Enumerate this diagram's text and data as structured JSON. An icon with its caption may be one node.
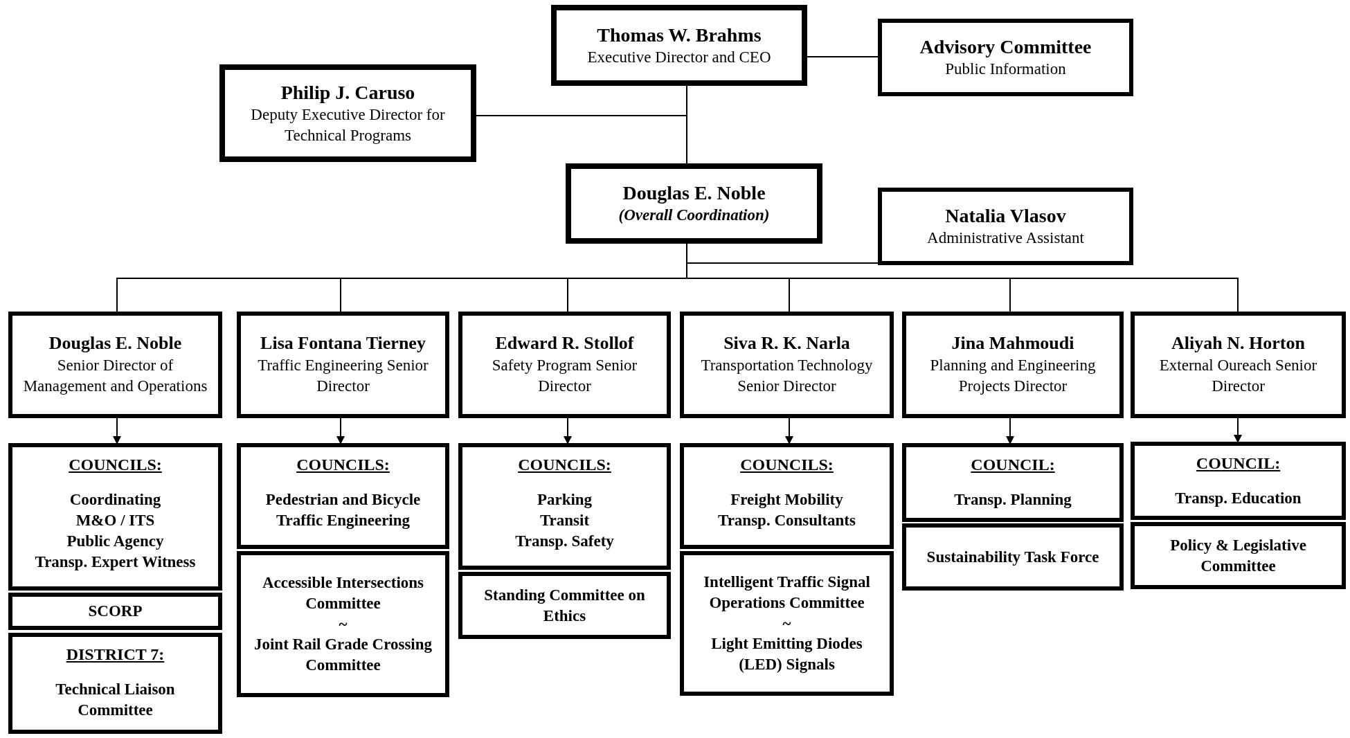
{
  "diagram": {
    "nodes": [
      {
        "text": [
          "Thomas W. Brahms",
          "Executive Director and CEO"
        ]
      },
      {
        "text": [
          "Advisory Committee",
          "Public Information"
        ]
      },
      {
        "text": [
          "Philip J. Caruso",
          "Deputy Executive Director for Technical Programs"
        ]
      },
      {
        "text": [
          "Douglas E. Noble",
          "(Overall Coordination)"
        ]
      },
      {
        "text": [
          "Natalia Vlasov",
          "Administrative Assistant"
        ]
      },
      {
        "text": [
          "Douglas E. Noble",
          "Senior Director of Management and Operations"
        ]
      },
      {
        "text": [
          "Lisa Fontana Tierney",
          "Traffic Engineering Senior Director"
        ]
      },
      {
        "text": [
          "Edward R. Stollof",
          "Safety Program Senior Director"
        ]
      },
      {
        "text": [
          "Siva R. K. Narla",
          "Transportation Technology Senior Director"
        ]
      },
      {
        "text": [
          "Jina Mahmoudi",
          "Planning and Engineering Projects Director"
        ]
      },
      {
        "text": [
          "Aliyah N. Horton",
          "External Oureach Senior Director"
        ]
      },
      {
        "text": [
          "COUNCILS:",
          "Coordinating",
          "M&O / ITS",
          "Public Agency",
          "Transp. Expert Witness"
        ]
      },
      {
        "text": [
          "SCORP"
        ]
      },
      {
        "text": [
          "DISTRICT 7:",
          "Technical Liaison Committee"
        ]
      },
      {
        "text": [
          "COUNCILS:",
          "Pedestrian and Bicycle",
          "Traffic Engineering"
        ]
      },
      {
        "text": [
          "Accessible Intersections Committee",
          "~",
          "Joint Rail Grade Crossing Committee"
        ]
      },
      {
        "text": [
          "COUNCILS:",
          "Parking",
          "Transit",
          "Transp. Safety"
        ]
      },
      {
        "text": [
          "Standing Committee on Ethics"
        ]
      },
      {
        "text": [
          "COUNCILS:",
          "Freight Mobility",
          "Transp. Consultants"
        ]
      },
      {
        "text": [
          "Intelligent Traffic Signal Operations Committee",
          "~",
          "Light Emitting Diodes (LED) Signals"
        ]
      },
      {
        "text": [
          "COUNCIL:",
          "Transp. Planning"
        ]
      },
      {
        "text": [
          "Sustainability Task Force"
        ]
      },
      {
        "text": [
          "COUNCIL:",
          "Transp. Education"
        ]
      },
      {
        "text": [
          "Policy & Legislative Committee"
        ]
      }
    ],
    "edges": [
      {
        "from": 0,
        "to": 1,
        "arrow": "none"
      },
      {
        "from": 2,
        "to": 0,
        "arrow": "none"
      },
      {
        "from": 0,
        "to": 3,
        "arrow": "none"
      },
      {
        "from": 3,
        "to": 4,
        "arrow": "none"
      },
      {
        "from": 3,
        "to": 5,
        "arrow": "none"
      },
      {
        "from": 3,
        "to": 6,
        "arrow": "none"
      },
      {
        "from": 3,
        "to": 7,
        "arrow": "none"
      },
      {
        "from": 3,
        "to": 8,
        "arrow": "none"
      },
      {
        "from": 3,
        "to": 9,
        "arrow": "none"
      },
      {
        "from": 3,
        "to": 10,
        "arrow": "none"
      },
      {
        "from": 5,
        "to": 11,
        "arrow": "to"
      },
      {
        "from": 6,
        "to": 14,
        "arrow": "to"
      },
      {
        "from": 7,
        "to": 16,
        "arrow": "to"
      },
      {
        "from": 8,
        "to": 18,
        "arrow": "to"
      },
      {
        "from": 9,
        "to": 20,
        "arrow": "to"
      },
      {
        "from": 10,
        "to": 22,
        "arrow": "to"
      }
    ]
  }
}
